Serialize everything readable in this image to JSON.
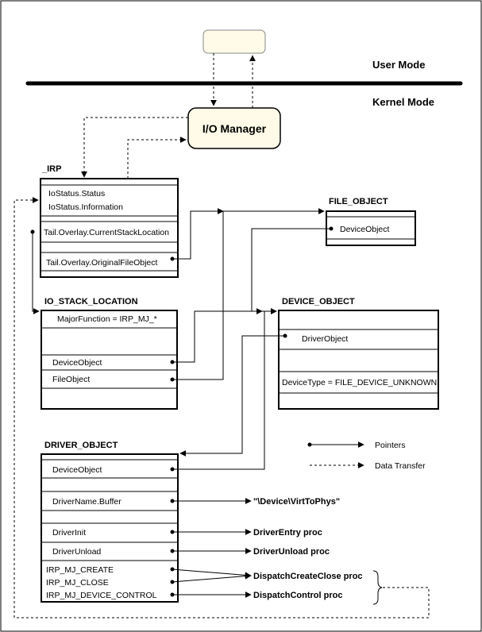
{
  "modes": {
    "user": "User Mode",
    "kernel": "Kernel Mode"
  },
  "io_manager": {
    "label": "I/O Manager"
  },
  "irp": {
    "title": "_IRP",
    "fields": [
      "IoStatus.Status",
      "IoStatus.Information",
      "Tail.Overlay.CurrentStackLocation",
      "Tail.Overlay.OriginalFileObject"
    ]
  },
  "file_object": {
    "title": "FILE_OBJECT",
    "fields": [
      "DeviceObject"
    ]
  },
  "io_stack_location": {
    "title": "IO_STACK_LOCATION",
    "fields": [
      "MajorFunction = IRP_MJ_*",
      "DeviceObject",
      "FileObject"
    ]
  },
  "device_object": {
    "title": "DEVICE_OBJECT",
    "fields": [
      "DriverObject",
      "DeviceType = FILE_DEVICE_UNKNOWN"
    ]
  },
  "driver_object": {
    "title": "DRIVER_OBJECT",
    "fields": [
      "DeviceObject",
      "DriverName.Buffer",
      "DriverInit",
      "DriverUnload",
      "IRP_MJ_CREATE",
      "IRP_MJ_CLOSE",
      "IRP_MJ_DEVICE_CONTROL"
    ]
  },
  "targets": [
    "\"\\Device\\VirtToPhys\"",
    "DriverEntry proc",
    "DriverUnload proc",
    "DispatchCreateClose proc",
    "DispatchControl proc"
  ],
  "legend": {
    "pointers": "Pointers",
    "data_transfer": "Data Transfer"
  }
}
